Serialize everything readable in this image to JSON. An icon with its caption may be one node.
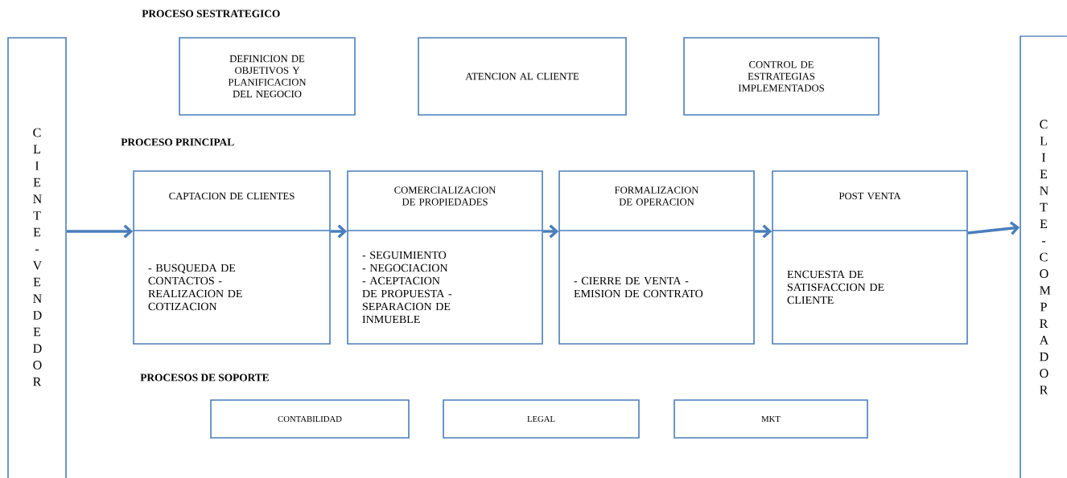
{
  "diagram": {
    "nodes": [
      {
        "text": [
          "C L I E N T E - V E N D E D O R"
        ]
      },
      {
        "text": [
          "DEFINICION DE OBJETIVOS Y PLANIFICACION DEL NEGOCIO"
        ]
      },
      {
        "text": [
          "ATENCION AL CLIENTE"
        ]
      },
      {
        "text": [
          "CONTROL DE ESTRATEGIAS IMPLEMENTADOS"
        ]
      },
      {
        "text": [
          "CAPTACION DE CLIENTES",
          "- BUSQUEDA DE CONTACTOS - REALIZACION DE COTIZACION"
        ]
      },
      {
        "text": [
          "COMERCIALIZACION DE PROPIEDADES",
          "- SEGUIMIENTO - NEGOCIACION - ACEPTACION DE PROPUESTA - SEPARACION DE INMUEBLE"
        ]
      },
      {
        "text": [
          "FORMALIZACION DE OPERACION",
          "- CIERRE DE VENTA - EMISION DE CONTRATO"
        ]
      },
      {
        "text": [
          "POST VENTA",
          "ENCUESTA DE SATISFACCION DE CLIENTE"
        ]
      },
      {
        "text": [
          "C L I E N T E - C O M P R A D O R"
        ]
      },
      {
        "text": [
          "CONTABILIDAD"
        ]
      },
      {
        "text": [
          "LEGAL"
        ]
      },
      {
        "text": [
          "MKT"
        ]
      }
    ],
    "edges": [
      {
        "from": 0,
        "to": 4,
        "arrow": "to"
      },
      {
        "from": 4,
        "to": 5,
        "arrow": "to"
      },
      {
        "from": 5,
        "to": 6,
        "arrow": "to"
      },
      {
        "from": 6,
        "to": 7,
        "arrow": "to"
      },
      {
        "from": 7,
        "to": 8,
        "arrow": "to"
      }
    ],
    "labels": [
      "PROCESO SESTRATEGICO",
      "PROCESO PRINCIPAL",
      "PROCESOS DE SOPORTE"
    ]
  }
}
